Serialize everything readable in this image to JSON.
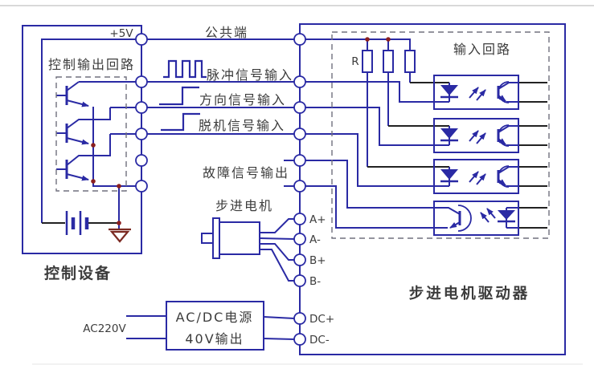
{
  "control_device": {
    "label": "控制设备",
    "supply_label": "+5V",
    "output_circuit_label": "控制输出回路"
  },
  "signals": {
    "common": "公共端",
    "pulse": "脉冲信号输入",
    "direction": "方向信号输入",
    "offline": "脱机信号输入",
    "fault": "故障信号输出"
  },
  "driver": {
    "label": "步进电机驱动器",
    "input_circuit_label": "输入回路",
    "resistor_label": "R",
    "terminals": {
      "a_plus": "A+",
      "a_minus": "A-",
      "b_plus": "B+",
      "b_minus": "B-",
      "dc_plus": "DC+",
      "dc_minus": "DC-"
    }
  },
  "motor": {
    "label": "步进电机"
  },
  "power_supply": {
    "line1": "AC/DC电源",
    "line2": "40V输出",
    "input_label": "AC220V"
  },
  "colors": {
    "wire_blue": "#2a2aa4",
    "wire_black": "#222222",
    "junction_red": "#8b1f1f",
    "ground_maroon": "#7b2a22",
    "dash_gray": "#70707e",
    "text_dark": "#3c3c3c"
  }
}
